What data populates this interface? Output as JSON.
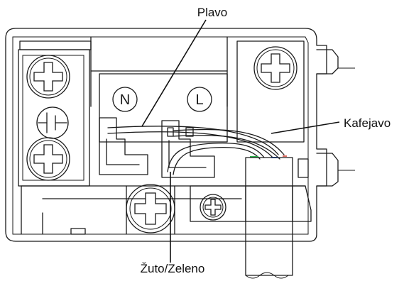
{
  "labels": {
    "blue_wire": "Plavo",
    "brown_wire": "Kafejavo",
    "earth_wire": "Žuto/Zeleno"
  },
  "terminals": {
    "neutral": "N",
    "live": "L"
  },
  "icons": [
    "screw-icon",
    "earth-symbol-icon"
  ],
  "colors": {
    "outline": "#1a1a1a",
    "wire_green_accent": "#2bb34a",
    "wire_blue_accent": "#3a6fd8",
    "wire_red_accent": "#d23a2a"
  }
}
